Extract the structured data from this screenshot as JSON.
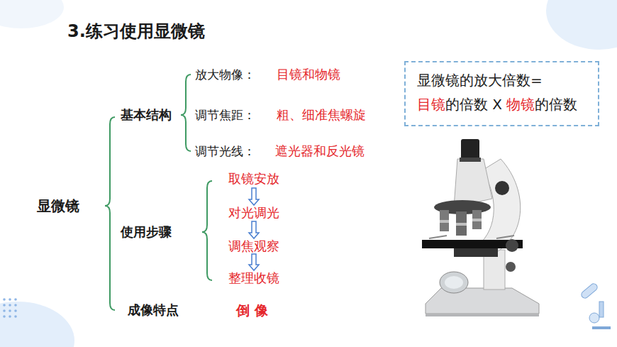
{
  "diagram": {
    "title": "3.练习使用显微镜",
    "nodes": [
      {
        "text": [
          "显微镜的放大倍数=",
          "目镜",
          "的倍数 X",
          "物镜",
          "的倍数"
        ]
      }
    ],
    "labels": [
      "显微镜",
      "基本结构",
      "放大物像：",
      "目镜和物镜",
      "调节焦距：",
      "粗、细准焦螺旋",
      "调节光线：",
      "遮光器和反光镜",
      "使用步骤",
      "取镜安放",
      "对光调光",
      "调焦观察",
      "整理收镜",
      "成像特点",
      "倒 像"
    ]
  }
}
